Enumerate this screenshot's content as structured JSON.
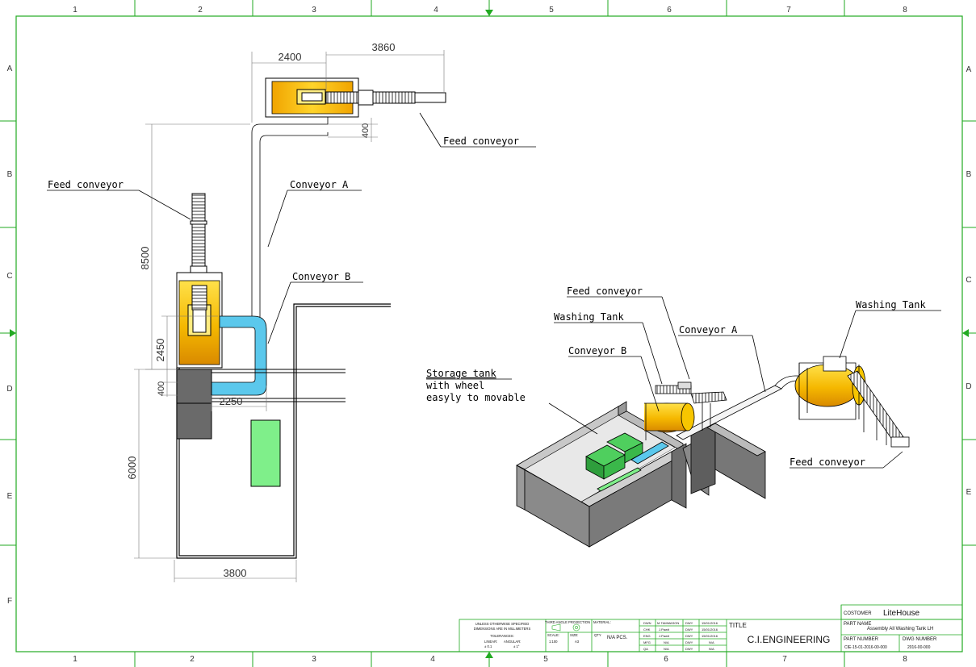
{
  "frame": {
    "columns": [
      "1",
      "2",
      "3",
      "4",
      "5",
      "6",
      "7",
      "8"
    ],
    "rows": [
      "A",
      "B",
      "C",
      "D",
      "E",
      "F"
    ]
  },
  "plan_view": {
    "dims": {
      "top_width": "2400",
      "feed_length": "3860",
      "offset_small": "400",
      "vertical_run": "8500",
      "tank_height": "2450",
      "offset_lower": "400",
      "horizontal_run": "2250",
      "storage_height": "6000",
      "storage_width": "3800"
    },
    "labels": {
      "feed_conveyor_top": "Feed conveyor",
      "feed_conveyor_left": "Feed conveyor",
      "conveyor_a": "Conveyor A",
      "conveyor_b": "Conveyor B"
    }
  },
  "iso_view": {
    "labels": {
      "feed_conveyor": "Feed conveyor",
      "washing_tank_left": "Washing Tank",
      "conveyor_a": "Conveyor A",
      "washing_tank_right": "Washing Tank",
      "conveyor_b": "Conveyor B",
      "storage_tank": "Storage tank",
      "storage_note_1": "with wheel",
      "storage_note_2": "easyly to movable",
      "feed_conveyor_bottom": "Feed conveyor"
    }
  },
  "title_block": {
    "notes": {
      "line1": "UNLESS OTHERWISE SPECIFIED",
      "line2": "DIMENSIONS ARE IN MILLIMETERS",
      "tolerances": "TOLERANCES:",
      "linear": "LINEAR:",
      "angular": "ANGULAR:",
      "linear_val": "± 0.1",
      "angular_val": "± 1°"
    },
    "projection": "THIRD ANGLE PROJECTION",
    "material_label": "MATERIAL:",
    "scale_label": "SCALE:",
    "scale_value": "1:100",
    "size_label": "SIZE:",
    "size_value": "A3",
    "qty_label": "QTY",
    "qty_value": "N/A PCS.",
    "approvals": [
      {
        "role": "DWN",
        "name": "M.TAMMASON",
        "sign": "DWY",
        "date": "15/01/2016"
      },
      {
        "role": "CHK",
        "name": "J.Pawit",
        "sign": "DWY",
        "date": "15/01/2016"
      },
      {
        "role": "ENG",
        "name": "J.Pawit",
        "sign": "DWY",
        "date": "15/01/2016"
      },
      {
        "role": "MFG",
        "name": "N/A",
        "sign": "DWY",
        "date": "N/A"
      },
      {
        "role": "QA",
        "name": "N/A",
        "sign": "DWY",
        "date": "N/A"
      }
    ],
    "title_label": "TITLE",
    "company": "C.I.ENGINEERING",
    "customer_label": "COSTOMER",
    "customer_value": "LiteHouse",
    "part_name_label": "PART NAME",
    "part_name_value": "Assembly All Washing Tank LH",
    "part_number_label": "PART NUMBER",
    "part_number_value": "CIE-15-01-2016-00-000",
    "dwg_number_label": "DWG NUMBER",
    "dwg_number_value": "2016-00-000"
  },
  "colors": {
    "frame": "#22aa22",
    "tank": "#f5b800",
    "conveyor_blue": "#5bc8ec",
    "storage_green": "#7fef8a",
    "dark_block": "#6a6a6a"
  }
}
